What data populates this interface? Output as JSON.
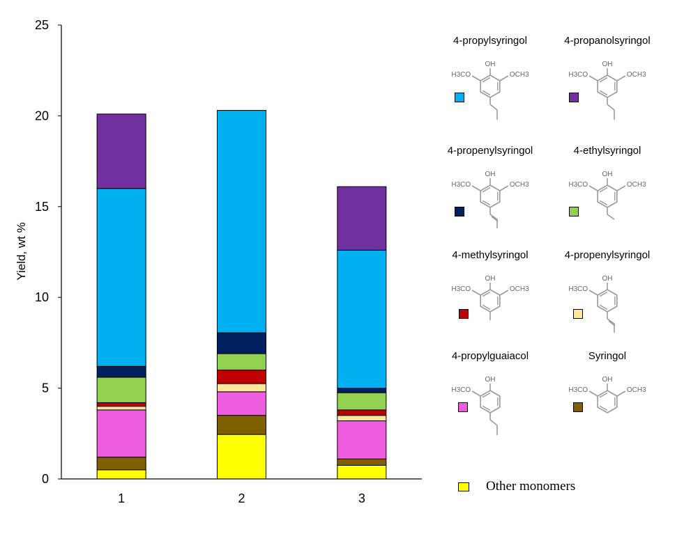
{
  "chart_data": {
    "type": "bar",
    "stacked": true,
    "categories": [
      "1",
      "2",
      "3"
    ],
    "ylabel": "Yield, wt %",
    "xlabel": "",
    "ylim": [
      0,
      25
    ],
    "yticks": [
      0,
      5,
      10,
      15,
      20,
      25
    ],
    "grid": false,
    "legend_position": "right",
    "series": [
      {
        "name": "Other monomers",
        "color": "#ffff00",
        "values": [
          0.5,
          2.45,
          0.75
        ]
      },
      {
        "name": "Syringol",
        "color": "#7f6000",
        "values": [
          0.7,
          1.05,
          0.35
        ]
      },
      {
        "name": "4-propylguaiacol",
        "color": "#ee5dde",
        "values": [
          2.6,
          1.3,
          2.1
        ]
      },
      {
        "name": "4-propenylsyringol",
        "color": "#ffe69a",
        "values": [
          0.2,
          0.45,
          0.3
        ]
      },
      {
        "name": "4-methylsyringol",
        "color": "#c00000",
        "values": [
          0.2,
          0.75,
          0.3
        ]
      },
      {
        "name": "4-ethylsyringol",
        "color": "#92d050",
        "values": [
          1.4,
          0.9,
          0.95
        ]
      },
      {
        "name": "4-propenylsyringol",
        "color": "#002060",
        "values": [
          0.6,
          1.15,
          0.25
        ]
      },
      {
        "name": "4-propylsyringol",
        "color": "#00b0f0",
        "values": [
          9.8,
          12.25,
          7.6
        ]
      },
      {
        "name": "4-propanolsyringol",
        "color": "#7030a0",
        "values": [
          4.1,
          0,
          3.5
        ]
      }
    ]
  },
  "legend": {
    "items": [
      {
        "label": "4-propylsyringol",
        "color": "#00b0f0",
        "structure": "propyl-syringol"
      },
      {
        "label": "4-propanolsyringol",
        "color": "#7030a0",
        "structure": "propyl-syringol"
      },
      {
        "label": "4-propenylsyringol",
        "color": "#002060",
        "structure": "propenyl-syringol"
      },
      {
        "label": "4-ethylsyringol",
        "color": "#92d050",
        "structure": "ethyl-syringol"
      },
      {
        "label": "4-methylsyringol",
        "color": "#c00000",
        "structure": "methyl-syringol"
      },
      {
        "label": "4-propenylsyringol",
        "color": "#ffe69a",
        "structure": "propenyl-guaiacol"
      },
      {
        "label": "4-propylguaiacol",
        "color": "#ee5dde",
        "structure": "propyl-guaiacol"
      },
      {
        "label": "Syringol",
        "color": "#7f6000",
        "structure": "syringol"
      }
    ],
    "other": {
      "label": "Other monomers",
      "color": "#ffff00"
    },
    "structure_labels": {
      "hydroxyl": "OH",
      "left_methoxy": "H3CO",
      "right_methoxy": "OCH3"
    }
  }
}
